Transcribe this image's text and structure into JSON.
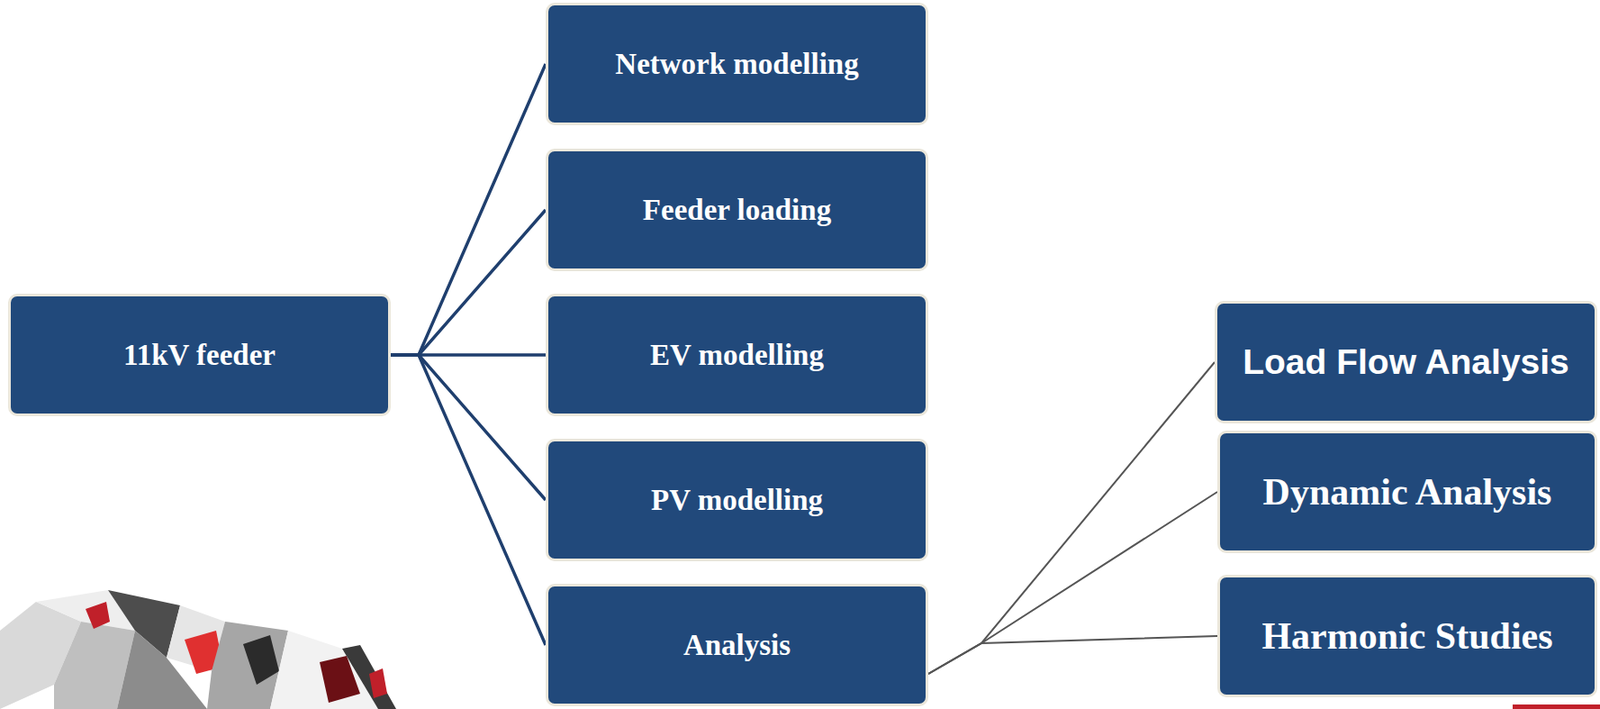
{
  "diagram": {
    "nodes": [
      {
        "text": [
          "11kV feeder"
        ]
      },
      {
        "text": [
          "Network modelling"
        ]
      },
      {
        "text": [
          "Feeder loading"
        ]
      },
      {
        "text": [
          "EV modelling"
        ]
      },
      {
        "text": [
          "PV modelling"
        ]
      },
      {
        "text": [
          "Analysis"
        ]
      },
      {
        "text": [
          "Load Flow Analysis"
        ]
      },
      {
        "text": [
          "Dynamic Analysis"
        ]
      },
      {
        "text": [
          "Harmonic Studies"
        ]
      }
    ],
    "edges": [
      {
        "from": 0,
        "to": 1,
        "arrow": "none"
      },
      {
        "from": 0,
        "to": 2,
        "arrow": "none"
      },
      {
        "from": 0,
        "to": 3,
        "arrow": "none"
      },
      {
        "from": 0,
        "to": 4,
        "arrow": "none"
      },
      {
        "from": 0,
        "to": 5,
        "arrow": "none"
      },
      {
        "from": 5,
        "to": 6,
        "arrow": "none"
      },
      {
        "from": 5,
        "to": 7,
        "arrow": "none"
      },
      {
        "from": 5,
        "to": 8,
        "arrow": "none"
      }
    ]
  }
}
